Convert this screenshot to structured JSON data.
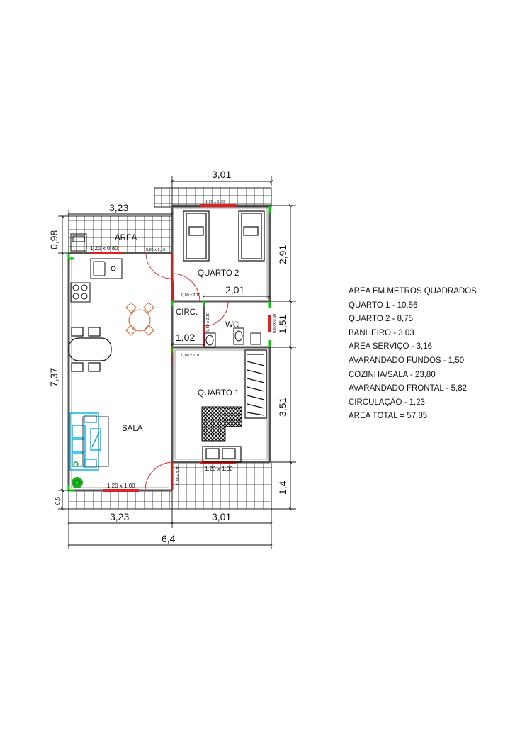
{
  "dimensions": {
    "top_right_width": "3,01",
    "top_left_width": "3,23",
    "left_area_height": "0,98",
    "left_total_height": "7,37",
    "right_quarto2_height": "2,91",
    "wc_width": "2,01",
    "right_wc_height": "1,51",
    "circ_width": "1,02",
    "right_quarto1_height": "3,51",
    "right_porch_height": "1,4",
    "left_porch_height": "0,5",
    "bottom_left_width": "3,23",
    "bottom_right_width": "3,01",
    "bottom_total_width": "6,4"
  },
  "rooms": {
    "area": "AREA",
    "quarto2": "QUARTO 2",
    "circ": "CIRC.",
    "wc": "WC",
    "quarto1": "QUARTO 1",
    "sala": "SALA"
  },
  "openings": {
    "window_top": "1,20 x 1,00",
    "window_area": "1,20 x 0,80",
    "door_area": "0,80 x 2,10",
    "door_quarto2": "0,80 x 2,10",
    "door_wc": "0,80 x 2,10",
    "window_wc": "0,60 x 0,60",
    "door_quarto1": "0,80 x 2,10",
    "window_quarto1": "1,20 x 1,00",
    "door_sala": "0,80 x 2,10",
    "window_sala": "1,20 x 1,00"
  },
  "legend": {
    "title": "AREA EM METROS QUADRADOS",
    "items": [
      "QUARTO 1 - 10,56",
      "QUARTO 2 - 8,75",
      "BANHEIRO - 3,03",
      "AREA SERVIÇO - 3,16",
      "AVARANDADO FUNDOS - 1,50",
      "COZINHA/SALA - 23,80",
      "AVARANDADO FRONTAL - 5,82",
      "CIRCULAÇÃO - 1,23",
      "AREA TOTAL = 57,85"
    ]
  },
  "colors": {
    "wall": "#555555",
    "opening": "#00cc00",
    "window": "#e02020",
    "door": "#cc2020",
    "sofa": "#00b0e0",
    "plant": "#22aa22"
  }
}
